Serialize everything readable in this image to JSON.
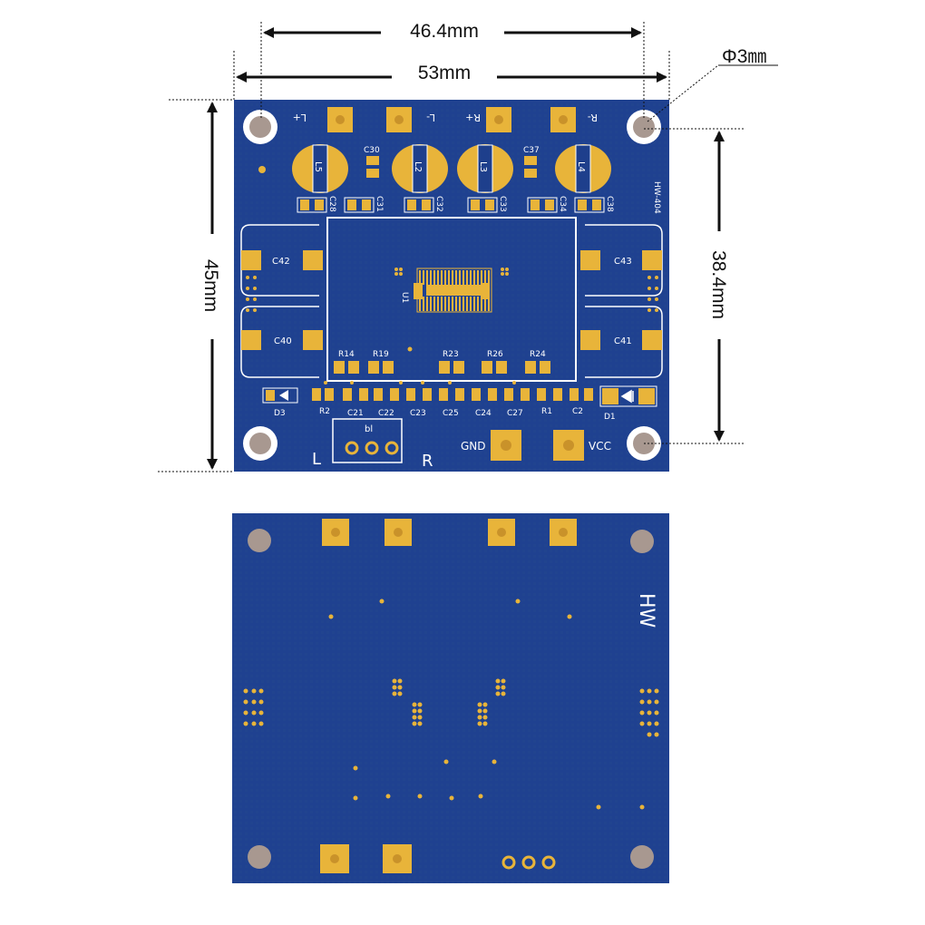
{
  "dimensions": {
    "top_width": "46.4mm",
    "overall_width": "53mm",
    "hole": "Φ3㎜",
    "overall_height": "45mm",
    "hole_spacing_v": "38.4mm"
  },
  "front": {
    "labels_top": [
      "L+",
      "L-",
      "R+",
      "R-"
    ],
    "model": "HW-404",
    "inductors": [
      "L5",
      "L2",
      "L3",
      "L4"
    ],
    "caps_small_top": [
      "C30",
      "C37"
    ],
    "caps_row": [
      "C28",
      "C31",
      "C32",
      "C33",
      "C34",
      "C38"
    ],
    "big_caps": [
      "C42",
      "C40",
      "C43",
      "C41"
    ],
    "chip": "U1",
    "resistors": [
      "R14",
      "R19",
      "R23",
      "R26",
      "R24"
    ],
    "bottom_row": [
      "D3",
      "R2",
      "C21",
      "C22",
      "C23",
      "C25",
      "C24",
      "C27",
      "R1",
      "C2",
      "D1"
    ],
    "connector": "bl",
    "left_mark": "L",
    "right_mark": "R",
    "gnd": "GND",
    "vcc": "VCC"
  },
  "back": {
    "mark": "HW"
  },
  "colors": {
    "board": "#1e3f8c",
    "pad": "#e8b43a",
    "silk": "#ffffff",
    "hole": "#a89890"
  }
}
